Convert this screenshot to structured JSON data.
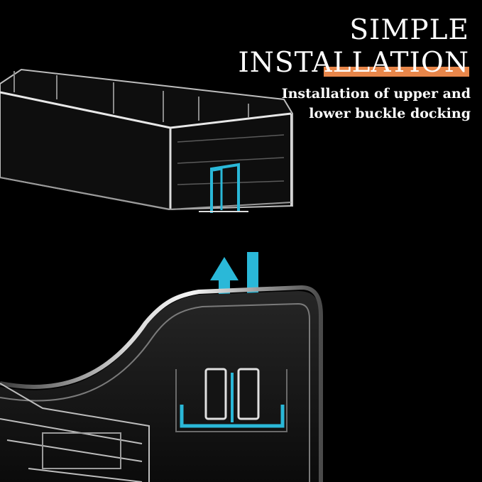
{
  "headline": {
    "line1": "SIMPLE",
    "line2": "INSTALLATION"
  },
  "subtitle": {
    "line1": "Installation of upper and",
    "line2": "lower buckle docking"
  },
  "colors": {
    "background": "#000000",
    "accent_orange": "#e8864a",
    "arrow_cyan": "#2ab8d8",
    "text": "#ffffff"
  }
}
